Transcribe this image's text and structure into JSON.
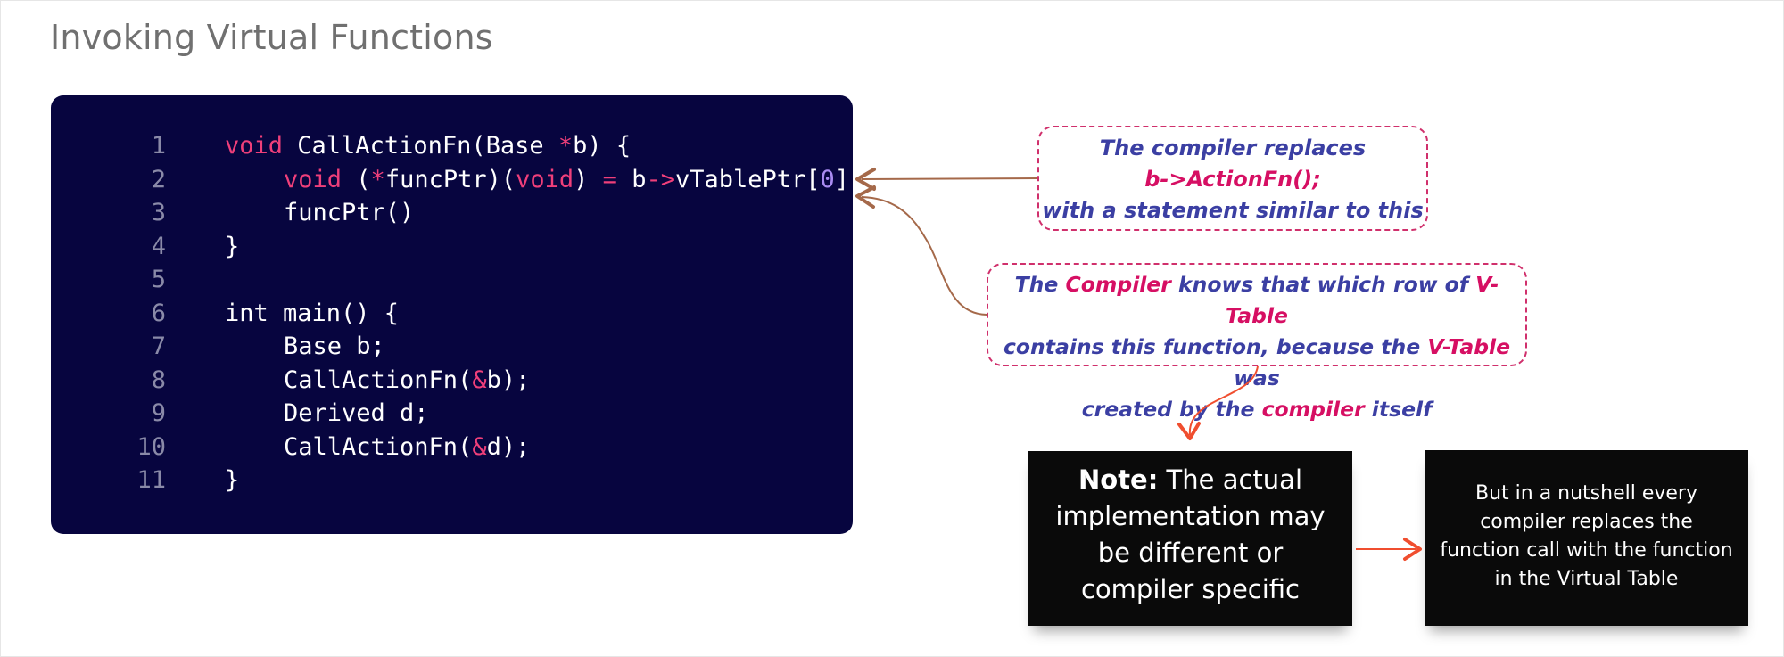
{
  "title": "Invoking Virtual Functions",
  "code": {
    "lines": [
      {
        "n": "1",
        "indent": 0,
        "tokens": [
          {
            "t": "void",
            "c": "kw"
          },
          {
            "t": " CallActionFn(Base ",
            "c": ""
          },
          {
            "t": "*",
            "c": "op"
          },
          {
            "t": "b) {",
            "c": ""
          }
        ]
      },
      {
        "n": "2",
        "indent": 1,
        "tokens": [
          {
            "t": "void",
            "c": "kw"
          },
          {
            "t": " (",
            "c": ""
          },
          {
            "t": "*",
            "c": "op"
          },
          {
            "t": "funcPtr)(",
            "c": ""
          },
          {
            "t": "void",
            "c": "kw"
          },
          {
            "t": ") ",
            "c": ""
          },
          {
            "t": "=",
            "c": "op"
          },
          {
            "t": " b",
            "c": ""
          },
          {
            "t": "->",
            "c": "op"
          },
          {
            "t": "vTablePtr[",
            "c": ""
          },
          {
            "t": "0",
            "c": "num"
          },
          {
            "t": "]",
            "c": ""
          }
        ]
      },
      {
        "n": "3",
        "indent": 1,
        "tokens": [
          {
            "t": "funcPtr()",
            "c": ""
          }
        ]
      },
      {
        "n": "4",
        "indent": 0,
        "tokens": [
          {
            "t": "}",
            "c": ""
          }
        ]
      },
      {
        "n": "5",
        "indent": 0,
        "tokens": []
      },
      {
        "n": "6",
        "indent": 0,
        "tokens": [
          {
            "t": "int main() {",
            "c": ""
          }
        ]
      },
      {
        "n": "7",
        "indent": 1,
        "tokens": [
          {
            "t": "Base b;",
            "c": ""
          }
        ]
      },
      {
        "n": "8",
        "indent": 1,
        "tokens": [
          {
            "t": "CallActionFn(",
            "c": ""
          },
          {
            "t": "&",
            "c": "op"
          },
          {
            "t": "b);",
            "c": ""
          }
        ]
      },
      {
        "n": "9",
        "indent": 1,
        "tokens": [
          {
            "t": "Derived d;",
            "c": ""
          }
        ]
      },
      {
        "n": "10",
        "indent": 1,
        "tokens": [
          {
            "t": "CallActionFn(",
            "c": ""
          },
          {
            "t": "&",
            "c": "op"
          },
          {
            "t": "d);",
            "c": ""
          }
        ]
      },
      {
        "n": "11",
        "indent": 0,
        "tokens": [
          {
            "t": "}",
            "c": ""
          }
        ]
      }
    ]
  },
  "callout_replace": {
    "line1": "The compiler replaces",
    "line2": "b->ActionFn();",
    "line3": "with a statement similar to this"
  },
  "callout_knows": {
    "l1_a": "The ",
    "l1_b": "Compiler",
    "l1_c": " knows that which row of ",
    "l1_d": "V-Table",
    "l2_a": "contains this function, because the ",
    "l2_b": "V-Table",
    "l2_c": " was",
    "l3_a": "created by the ",
    "l3_b": "compiler",
    "l3_c": " itself"
  },
  "note": {
    "bold": "Note:",
    "rest1": " The actual",
    "l2": "implementation may",
    "l3": "be different or",
    "l4": "compiler specific"
  },
  "summary": {
    "l1": "But in a nutshell every",
    "l2": "compiler replaces the",
    "l3": "function call with the function",
    "l4": "in the Virtual Table"
  },
  "colors": {
    "code_bg": "#07053f",
    "keyword": "#ef3f7a",
    "number": "#a98bf2",
    "callout_blue": "#3b3fa3",
    "callout_pink": "#d60f63",
    "arrow_brown": "#a5694a",
    "arrow_orange": "#f04e2f"
  }
}
